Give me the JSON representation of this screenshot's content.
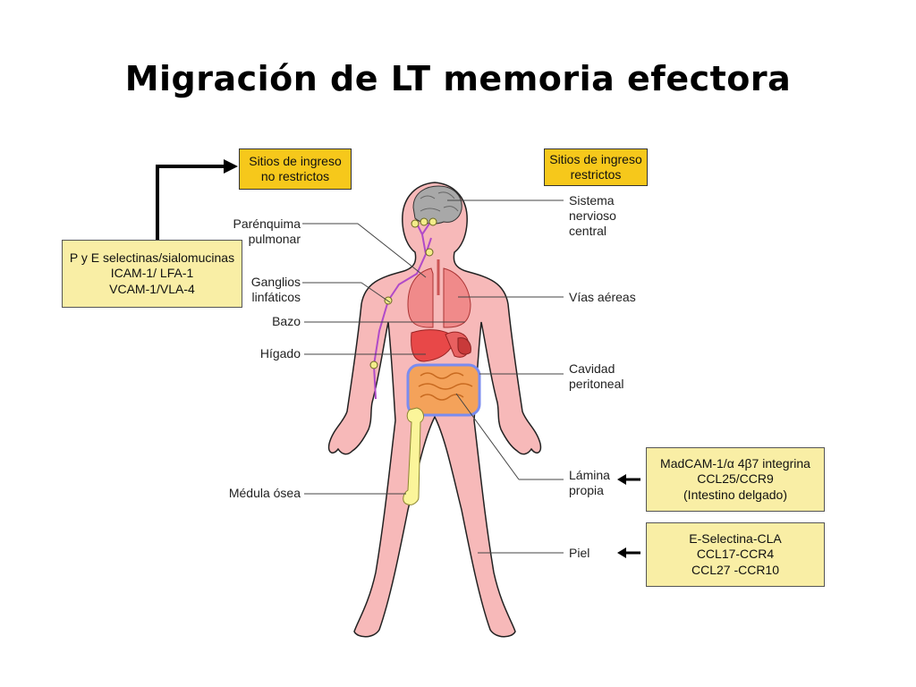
{
  "title": "Migración de LT memoria efectora",
  "boxes": {
    "unrestricted": [
      "Sitios de ingreso",
      "no restrictos"
    ],
    "restricted": [
      "Sitios de ingreso",
      "restrictos"
    ],
    "selectins": [
      "P y E selectinas/sialomucinas",
      "ICAM-1/ LFA-1",
      "VCAM-1/VLA-4"
    ],
    "madcam": [
      "MadCAM-1/α 4β7 integrina",
      "CCL25/CCR9",
      "(Intestino delgado)"
    ],
    "eselectina": [
      "E-Selectina-CLA",
      "CCL17-CCR4",
      "CCL27 -CCR10"
    ]
  },
  "labels_left": {
    "parenquima": [
      "Parénquima",
      "pulmonar"
    ],
    "ganglios": [
      "Ganglios",
      "linfáticos"
    ],
    "bazo": [
      "Bazo"
    ],
    "higado": [
      "Hígado"
    ],
    "medula": [
      "Médula ósea"
    ]
  },
  "labels_right": {
    "snc": [
      "Sistema",
      "nervioso",
      "central"
    ],
    "vias": [
      "Vías aéreas"
    ],
    "cavidad": [
      "Cavidad",
      "peritoneal"
    ],
    "lamina": [
      "Lámina",
      "propia"
    ],
    "piel": [
      "Piel"
    ]
  },
  "colors": {
    "skin": "#f7b9b9",
    "skin_outline": "#222222",
    "lungs": "#f08a8a",
    "organs": "#e84848",
    "intestine": "#f4a25a",
    "bone": "#fbf59a",
    "brain": "#a8a8a8",
    "lymph": "#b04ac8",
    "node": "#f3ec8a",
    "peritoneal_outline": "#7a8cf0",
    "box_light": "#f9eea5",
    "box_dark": "#f6c81b"
  }
}
